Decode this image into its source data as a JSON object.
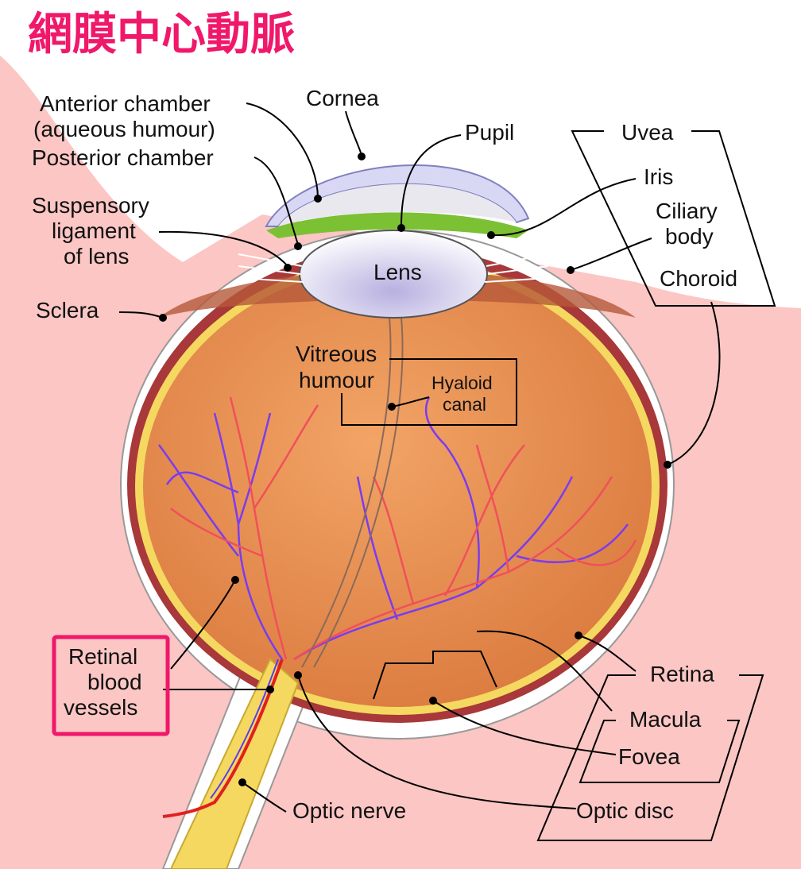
{
  "title": "網膜中心動脈",
  "labels": {
    "anterior_chamber_1": "Anterior chamber",
    "anterior_chamber_2": "(aqueous humour)",
    "cornea": "Cornea",
    "posterior_chamber": "Posterior chamber",
    "pupil": "Pupil",
    "uvea": "Uvea",
    "iris": "Iris",
    "suspensory_1": "Suspensory",
    "suspensory_2": "ligament",
    "suspensory_3": "of lens",
    "ciliary_1": "Ciliary",
    "ciliary_2": "body",
    "lens": "Lens",
    "choroid": "Choroid",
    "sclera": "Sclera",
    "vitreous_1": "Vitreous",
    "vitreous_2": "humour",
    "hyaloid_1": "Hyaloid",
    "hyaloid_2": "canal",
    "retinal_1": "Retinal",
    "retinal_2": "blood",
    "retinal_3": "vessels",
    "retina": "Retina",
    "macula": "Macula",
    "fovea": "Fovea",
    "optic_nerve": "Optic nerve",
    "optic_disc": "Optic disc"
  },
  "colors": {
    "highlight": "#f0186a",
    "background_tissue": "#fbc6c4",
    "vitreous": "#ec9455",
    "retina": "#f5d860",
    "choroid": "#a8383a"
  }
}
